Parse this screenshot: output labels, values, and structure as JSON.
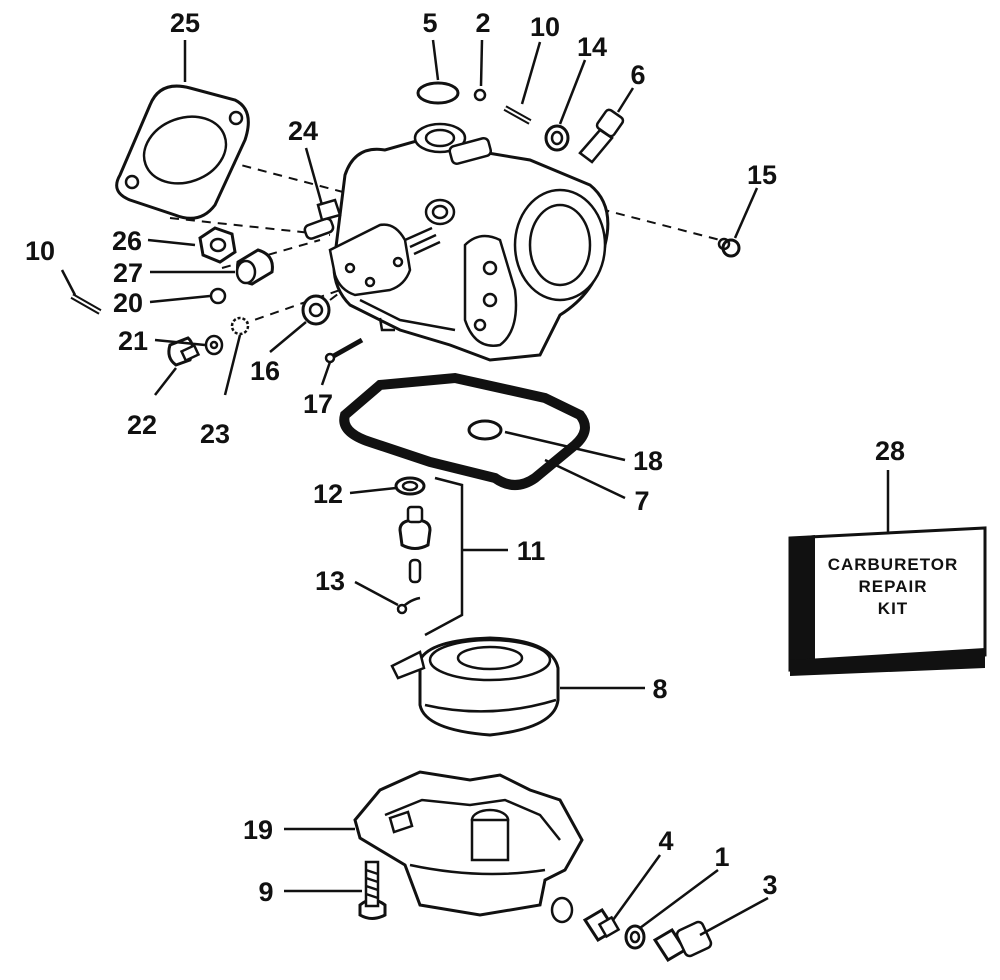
{
  "callouts": {
    "c1": "1",
    "c2": "2",
    "c3": "3",
    "c4": "4",
    "c5": "5",
    "c6": "6",
    "c7": "7",
    "c8": "8",
    "c9": "9",
    "c10a": "10",
    "c10b": "10",
    "c11": "11",
    "c12": "12",
    "c13": "13",
    "c14": "14",
    "c15": "15",
    "c16": "16",
    "c17": "17",
    "c18": "18",
    "c19": "19",
    "c20": "20",
    "c21": "21",
    "c22": "22",
    "c23": "23",
    "c24": "24",
    "c25": "25",
    "c26": "26",
    "c27": "27",
    "c28": "28"
  },
  "kit": {
    "line1": "CARBURETOR",
    "line2": "REPAIR",
    "line3": "KIT"
  }
}
